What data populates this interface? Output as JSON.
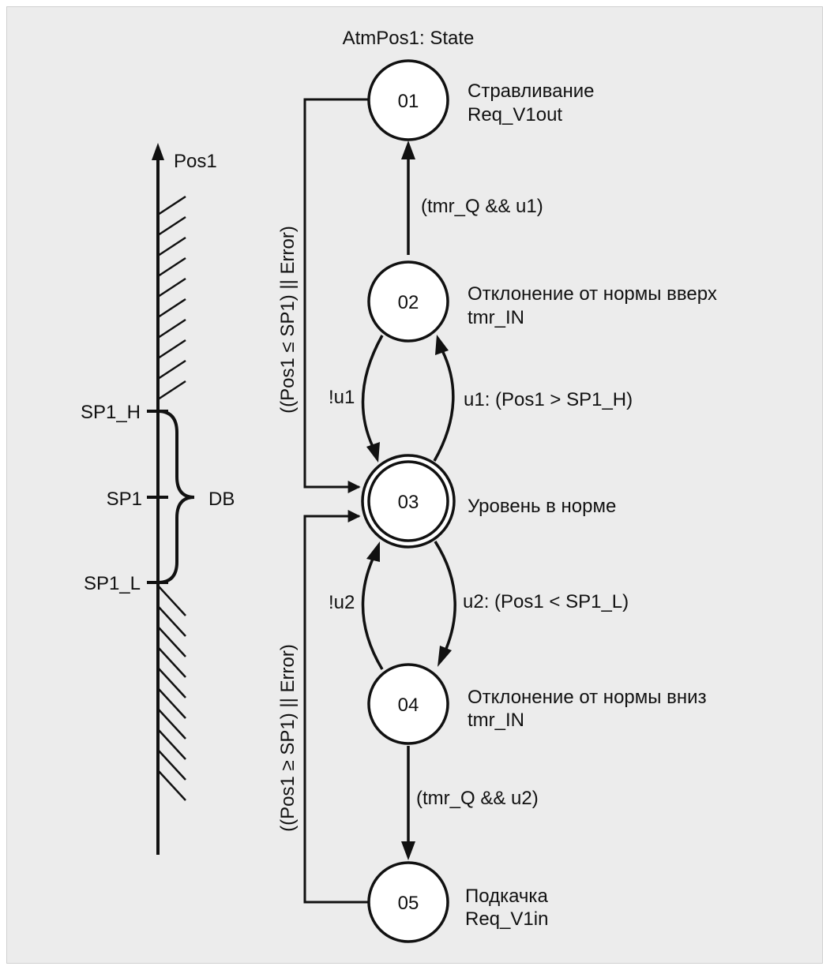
{
  "diagram": {
    "title": "AtmPos1: State",
    "axis": {
      "label": "Pos1",
      "sp1_h": "SP1_H",
      "sp1": "SP1",
      "sp1_l": "SP1_L",
      "deadband": "DB"
    },
    "states": [
      {
        "id": "01",
        "line1": "Стравливание",
        "line2": "Req_V1out"
      },
      {
        "id": "02",
        "line1": "Отклонение от нормы вверх",
        "line2": "tmr_IN"
      },
      {
        "id": "03",
        "line1": "Уровень в норме",
        "line2": ""
      },
      {
        "id": "04",
        "line1": "Отклонение от нормы вниз",
        "line2": "tmr_IN"
      },
      {
        "id": "05",
        "line1": "Подкачка",
        "line2": "Req_V1in"
      }
    ],
    "transitions": {
      "t02_01": "(tmr_Q && u1)",
      "t03_02": "u1: (Pos1 > SP1_H)",
      "t02_03": "!u1",
      "t03_04": "u2: (Pos1 < SP1_L)",
      "t04_03": "!u2",
      "t04_05": "(tmr_Q && u2)",
      "t01_03": "((Pos1 ≤ SP1) || Error)",
      "t05_03": "((Pos1 ≥ SP1) || Error)"
    }
  }
}
